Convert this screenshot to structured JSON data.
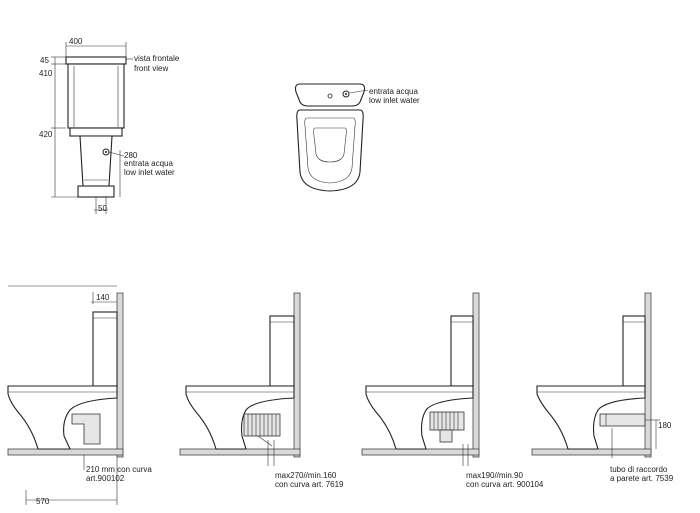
{
  "front_view": {
    "dim_width": "400",
    "dim_45": "45",
    "dim_410": "410",
    "dim_420": "420",
    "dim_280": "280",
    "dim_50": "50",
    "label_it": "vista frontale",
    "label_en": "front view",
    "inlet_it": "entrata acqua",
    "inlet_en": "low inlet water"
  },
  "top_view": {
    "inlet_it": "entrata acqua",
    "inlet_en": "low inlet water"
  },
  "side_views": [
    {
      "dim_top": "140",
      "dim_bottom": "570",
      "note_line1": "210 mm con curva",
      "note_line2": "art.900102"
    },
    {
      "note_line1": "max270//min.160",
      "note_line2": "con curva art. 7619"
    },
    {
      "note_line1": "max190//min.90",
      "note_line2": "con curva art. 900104"
    },
    {
      "dim_right": "180",
      "note_line1": "tubo di raccordo",
      "note_line2": "a parete art. 7539"
    }
  ]
}
